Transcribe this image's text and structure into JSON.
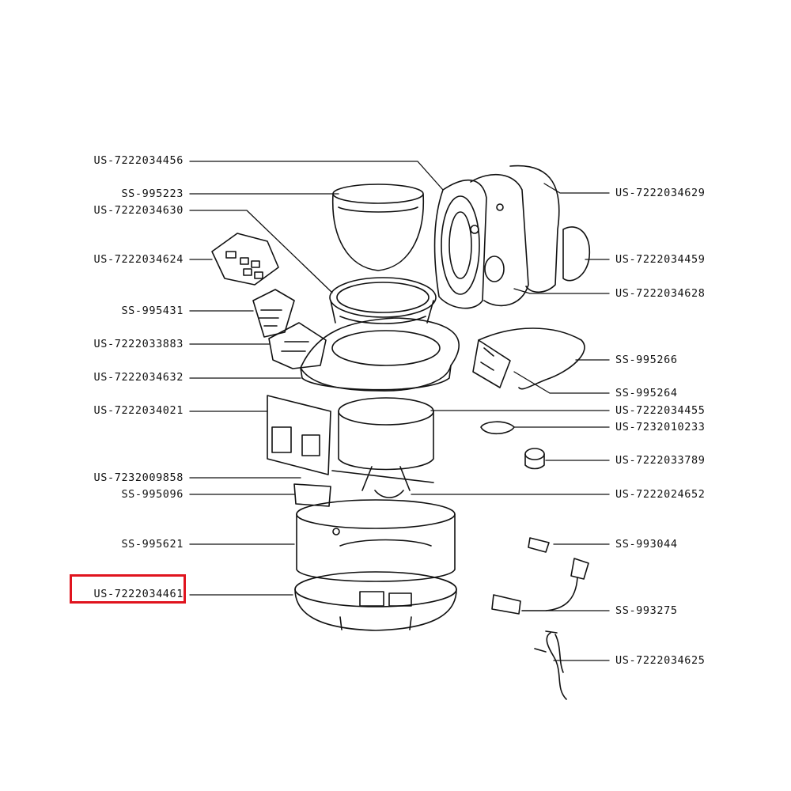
{
  "highlight": {
    "label": "US-7222034461",
    "color": "#e0141e"
  },
  "labels_left": [
    "US-7222034456",
    "SS-995223",
    "US-7222034630",
    "US-7222034624",
    "SS-995431",
    "US-7222033883",
    "US-7222034632",
    "US-7222034021",
    "US-7232009858",
    "SS-995096",
    "SS-995621",
    "US-7222034461"
  ],
  "labels_right": [
    "US-7222034629",
    "US-7222034459",
    "US-7222034628",
    "SS-995266",
    "SS-995264",
    "US-7222034455",
    "US-7232010233",
    "US-7222033789",
    "US-7222024652",
    "SS-993044",
    "SS-993275",
    "US-7222034625"
  ]
}
